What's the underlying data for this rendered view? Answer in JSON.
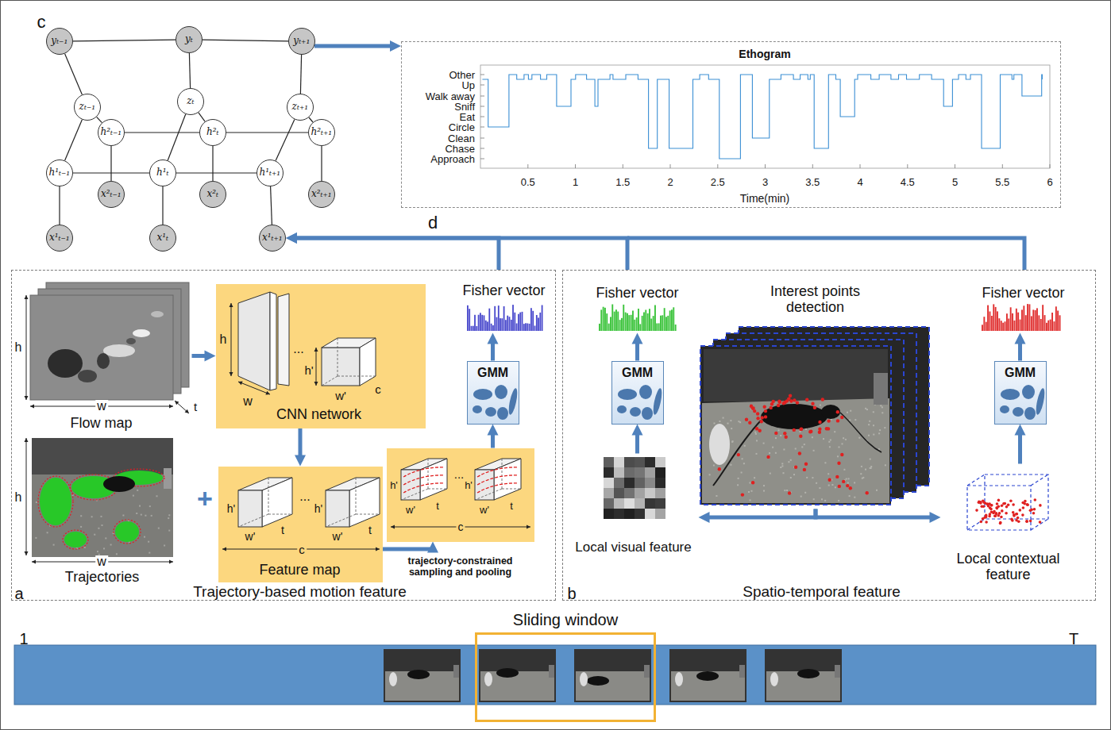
{
  "diagram": {
    "nodes": [
      {
        "text": [
          "yₜ₋₁"
        ]
      },
      {
        "text": [
          "yₜ"
        ]
      },
      {
        "text": [
          "yₜ₊₁"
        ]
      },
      {
        "text": [
          "zₜ₋₁"
        ]
      },
      {
        "text": [
          "zₜ"
        ]
      },
      {
        "text": [
          "zₜ₊₁"
        ]
      },
      {
        "text": [
          "h²ₜ₋₁"
        ]
      },
      {
        "text": [
          "h²ₜ"
        ]
      },
      {
        "text": [
          "h²ₜ₊₁"
        ]
      },
      {
        "text": [
          "h¹ₜ₋₁"
        ]
      },
      {
        "text": [
          "h¹ₜ"
        ]
      },
      {
        "text": [
          "h¹ₜ₊₁"
        ]
      },
      {
        "text": [
          "x²ₜ₋₁"
        ]
      },
      {
        "text": [
          "x²ₜ"
        ]
      },
      {
        "text": [
          "x²ₜ₊₁"
        ]
      },
      {
        "text": [
          "x¹ₜ₋₁"
        ]
      },
      {
        "text": [
          "x¹ₜ"
        ]
      },
      {
        "text": [
          "x¹ₜ₊₁"
        ]
      },
      {
        "text": [
          "Ethogram"
        ]
      },
      {
        "text": [
          "Trajectory-based motion feature"
        ]
      },
      {
        "text": [
          "Flow map"
        ],
        "in": 19
      },
      {
        "text": [
          "CNN network"
        ],
        "in": 19
      },
      {
        "text": [
          "Trajectories"
        ],
        "in": 19
      },
      {
        "text": [
          "Feature map"
        ],
        "in": 19
      },
      {
        "text": [
          "trajectory-constrained sampling and pooling"
        ],
        "in": 19
      },
      {
        "text": [
          "GMM"
        ],
        "in": 19
      },
      {
        "text": [
          "Fisher vector"
        ],
        "in": 19
      },
      {
        "text": [
          "Spatio-temporal feature"
        ]
      },
      {
        "text": [
          "Fisher vector"
        ],
        "in": 27
      },
      {
        "text": [
          "GMM"
        ],
        "in": 27
      },
      {
        "text": [
          "Local visual feature"
        ],
        "in": 27
      },
      {
        "text": [
          "Interest points detection"
        ],
        "in": 27
      },
      {
        "text": [
          "Fisher vector"
        ],
        "in": 27
      },
      {
        "text": [
          "GMM"
        ],
        "in": 27
      },
      {
        "text": [
          "Local contextual feature"
        ],
        "in": 27
      },
      {
        "text": [
          "Sliding window"
        ]
      }
    ],
    "edges": [
      {
        "from": 0,
        "to": 1,
        "arrow": "none"
      },
      {
        "from": 1,
        "to": 2,
        "arrow": "none"
      },
      {
        "from": 0,
        "to": 3,
        "arrow": "none"
      },
      {
        "from": 1,
        "to": 4,
        "arrow": "none"
      },
      {
        "from": 2,
        "to": 5,
        "arrow": "none"
      },
      {
        "from": 3,
        "to": 6,
        "arrow": "none"
      },
      {
        "from": 4,
        "to": 7,
        "arrow": "none"
      },
      {
        "from": 5,
        "to": 8,
        "arrow": "none"
      },
      {
        "from": 3,
        "to": 9,
        "arrow": "none"
      },
      {
        "from": 4,
        "to": 10,
        "arrow": "none"
      },
      {
        "from": 5,
        "to": 11,
        "arrow": "none"
      },
      {
        "from": 6,
        "to": 7,
        "arrow": "none"
      },
      {
        "from": 7,
        "to": 8,
        "arrow": "none"
      },
      {
        "from": 9,
        "to": 10,
        "arrow": "none"
      },
      {
        "from": 10,
        "to": 11,
        "arrow": "none"
      },
      {
        "from": 6,
        "to": 12,
        "arrow": "none"
      },
      {
        "from": 7,
        "to": 13,
        "arrow": "none"
      },
      {
        "from": 8,
        "to": 14,
        "arrow": "none"
      },
      {
        "from": 9,
        "to": 15,
        "arrow": "none"
      },
      {
        "from": 10,
        "to": 16,
        "arrow": "none"
      },
      {
        "from": 11,
        "to": 17,
        "arrow": "none"
      },
      {
        "from": 2,
        "to": 18,
        "arrow": "to"
      },
      {
        "from": 19,
        "to": 17,
        "arrow": "to"
      },
      {
        "from": 27,
        "to": 17,
        "arrow": "to"
      },
      {
        "from": 20,
        "to": 21,
        "arrow": "to"
      },
      {
        "from": 21,
        "to": 23,
        "arrow": "to"
      },
      {
        "from": 23,
        "to": 24,
        "arrow": "to"
      },
      {
        "from": 24,
        "to": 25,
        "arrow": "to"
      },
      {
        "from": 25,
        "to": 26,
        "arrow": "to"
      },
      {
        "from": 30,
        "to": 29,
        "arrow": "to"
      },
      {
        "from": 29,
        "to": 28,
        "arrow": "to"
      },
      {
        "from": 34,
        "to": 33,
        "arrow": "to"
      },
      {
        "from": 33,
        "to": 32,
        "arrow": "to"
      },
      {
        "from": 31,
        "to": 30,
        "arrow": "to"
      },
      {
        "from": 31,
        "to": 34,
        "arrow": "to"
      }
    ],
    "labels": [
      "c",
      "Other",
      "Up",
      "Walk away",
      "Sniff",
      "Eat",
      "Circle",
      "Clean",
      "Chase",
      "Approach",
      "0.5",
      "1",
      "1.5",
      "2",
      "2.5",
      "3",
      "3.5",
      "4",
      "4.5",
      "5",
      "5.5",
      "6",
      "Time(min)",
      "d",
      "h",
      "w",
      "t",
      "h",
      "w",
      "...",
      "h'",
      "w'",
      "c",
      "h",
      "w",
      "+",
      "h'",
      "w'",
      "t",
      "...",
      "h'",
      "w'",
      "t",
      "c",
      "h'",
      "w'",
      "t",
      "...",
      "h'",
      "w'",
      "t",
      "c",
      "a",
      "b",
      "1",
      "T"
    ]
  }
}
